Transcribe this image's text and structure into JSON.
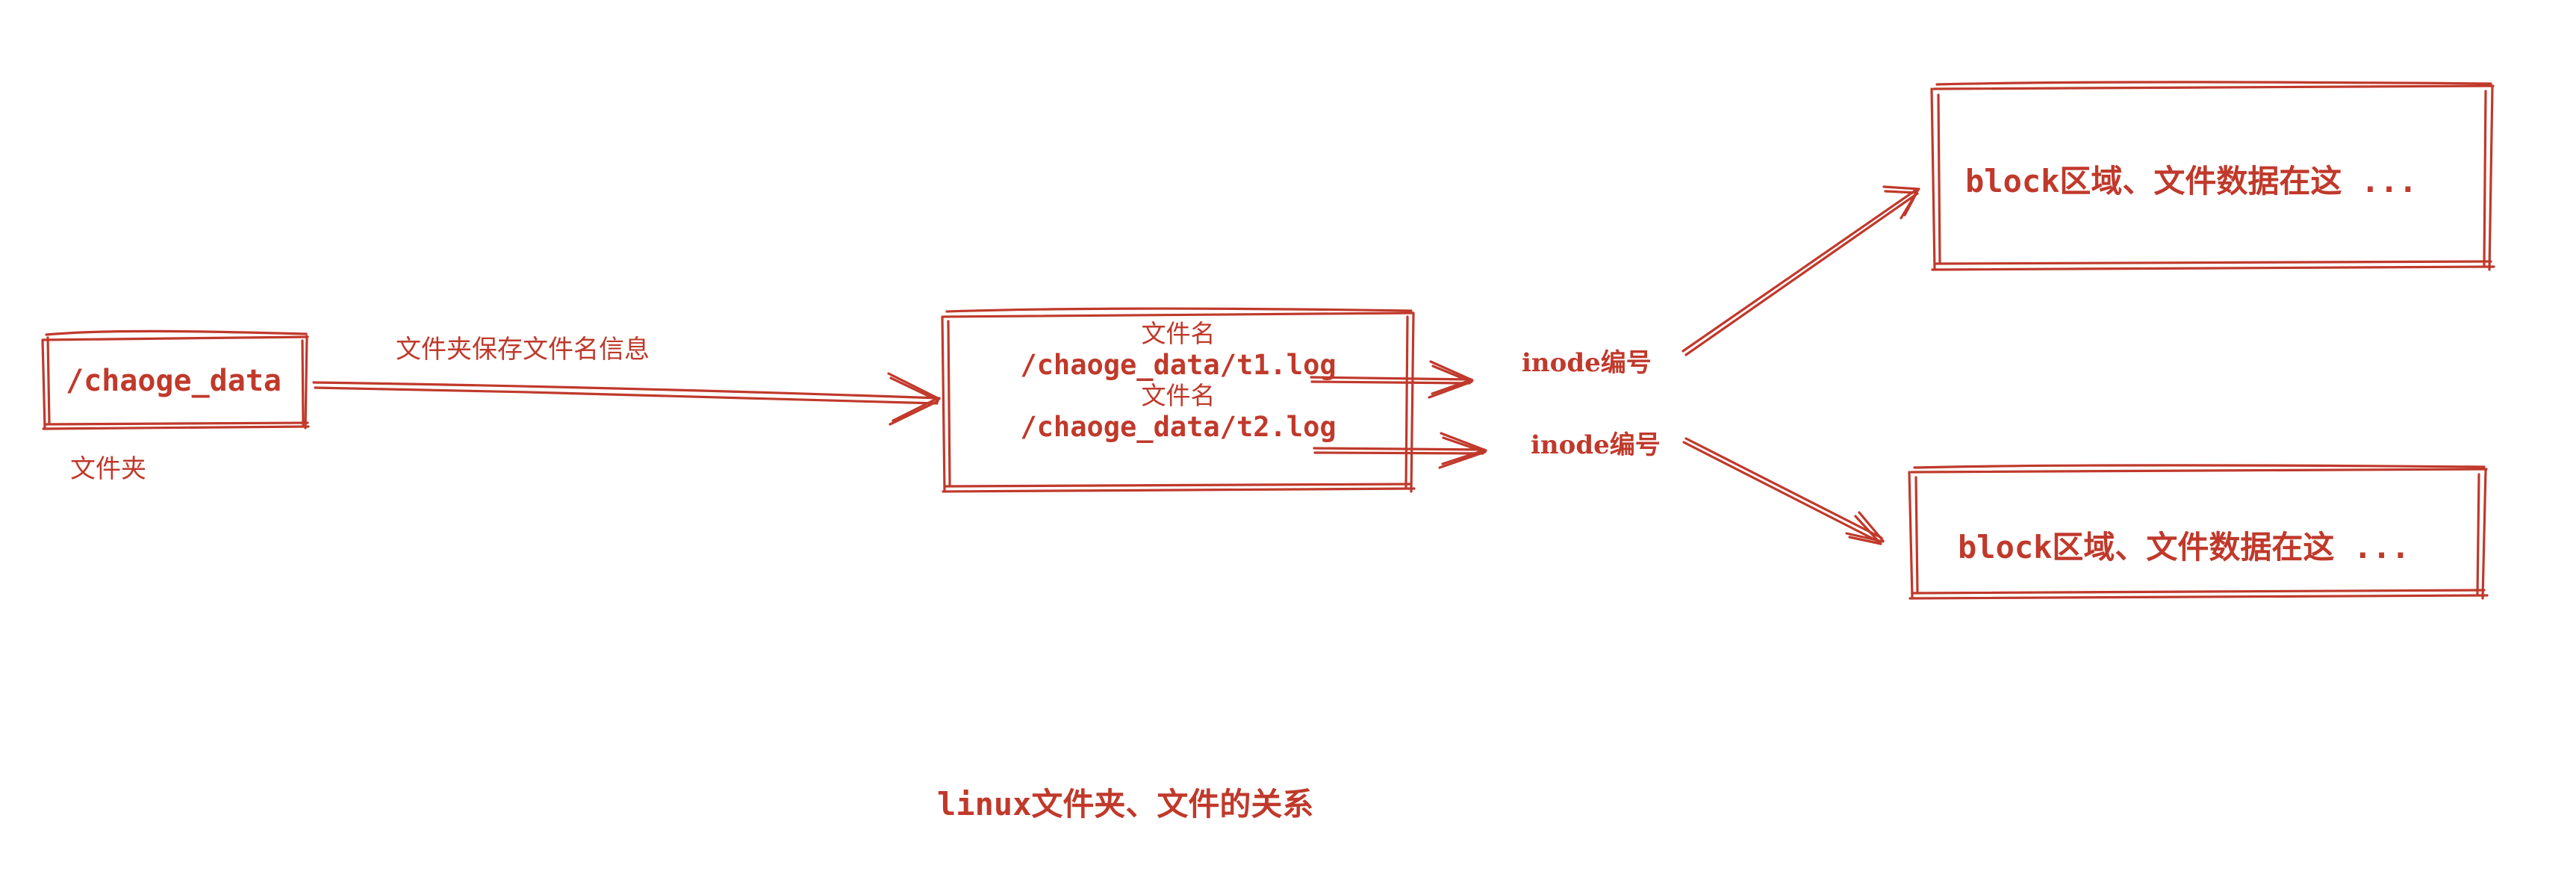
{
  "diagram": {
    "title": "linux文件夹、文件的关系",
    "stroke_color": "#c0392b",
    "background_color": "#ffffff",
    "folder_node": {
      "label": "/chaoge_data",
      "caption": "文件夹"
    },
    "edges": [
      {
        "id": "folder-to-dirtable",
        "label": "文件夹保存文件名信息"
      }
    ],
    "directory_table": {
      "entries": [
        {
          "title": "文件名",
          "path": "/chaoge_data/t1.log"
        },
        {
          "title": "文件名",
          "path": "/chaoge_data/t2.log"
        }
      ]
    },
    "inodes": [
      {
        "label": "inode编号"
      },
      {
        "label": "inode编号"
      }
    ],
    "blocks": [
      {
        "label": "block区域、文件数据在这 ..."
      },
      {
        "label": "block区域、文件数据在这 ..."
      }
    ]
  }
}
